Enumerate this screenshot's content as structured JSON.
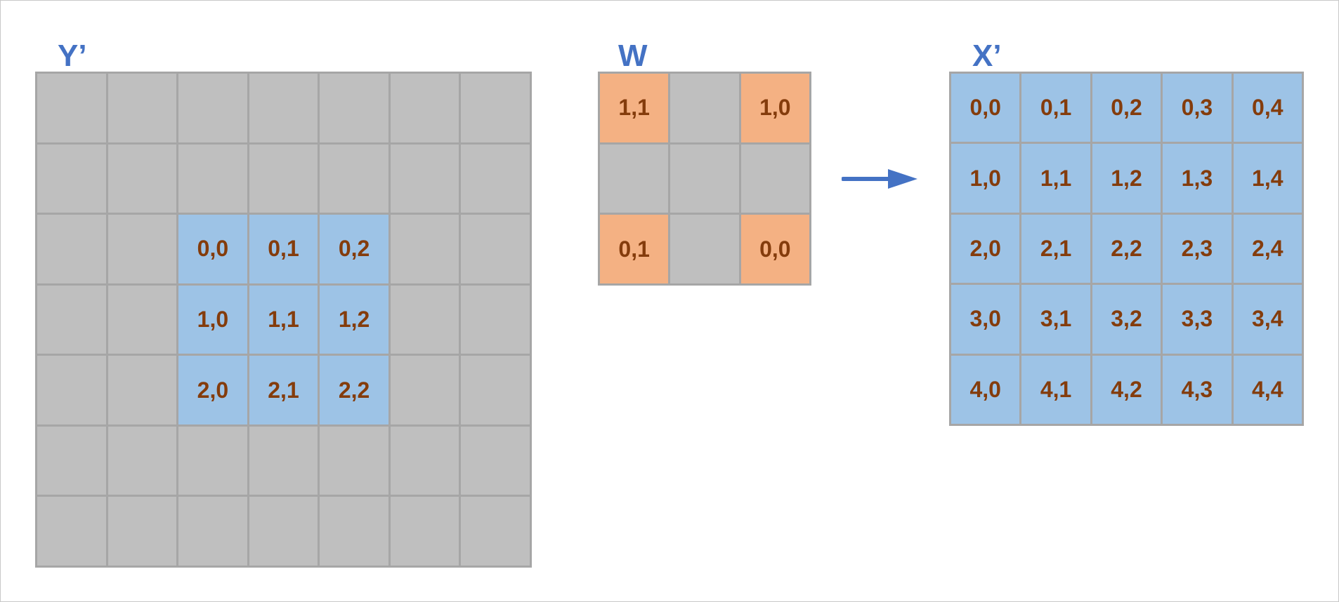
{
  "colors": {
    "title": "#4472c4",
    "cell_text": "#843c0c",
    "gray": "#bfbfbf",
    "blue": "#9dc3e6",
    "orange": "#f4b183",
    "border": "#a6a6a6",
    "arrow": "#4472c4"
  },
  "y_prime": {
    "title": "Y’",
    "rows": [
      [
        {
          "c": "gray",
          "t": ""
        },
        {
          "c": "gray",
          "t": ""
        },
        {
          "c": "gray",
          "t": ""
        },
        {
          "c": "gray",
          "t": ""
        },
        {
          "c": "gray",
          "t": ""
        },
        {
          "c": "gray",
          "t": ""
        },
        {
          "c": "gray",
          "t": ""
        }
      ],
      [
        {
          "c": "gray",
          "t": ""
        },
        {
          "c": "gray",
          "t": ""
        },
        {
          "c": "gray",
          "t": ""
        },
        {
          "c": "gray",
          "t": ""
        },
        {
          "c": "gray",
          "t": ""
        },
        {
          "c": "gray",
          "t": ""
        },
        {
          "c": "gray",
          "t": ""
        }
      ],
      [
        {
          "c": "gray",
          "t": ""
        },
        {
          "c": "gray",
          "t": ""
        },
        {
          "c": "blue",
          "t": "0,0"
        },
        {
          "c": "blue",
          "t": "0,1"
        },
        {
          "c": "blue",
          "t": "0,2"
        },
        {
          "c": "gray",
          "t": ""
        },
        {
          "c": "gray",
          "t": ""
        }
      ],
      [
        {
          "c": "gray",
          "t": ""
        },
        {
          "c": "gray",
          "t": ""
        },
        {
          "c": "blue",
          "t": "1,0"
        },
        {
          "c": "blue",
          "t": "1,1"
        },
        {
          "c": "blue",
          "t": "1,2"
        },
        {
          "c": "gray",
          "t": ""
        },
        {
          "c": "gray",
          "t": ""
        }
      ],
      [
        {
          "c": "gray",
          "t": ""
        },
        {
          "c": "gray",
          "t": ""
        },
        {
          "c": "blue",
          "t": "2,0"
        },
        {
          "c": "blue",
          "t": "2,1"
        },
        {
          "c": "blue",
          "t": "2,2"
        },
        {
          "c": "gray",
          "t": ""
        },
        {
          "c": "gray",
          "t": ""
        }
      ],
      [
        {
          "c": "gray",
          "t": ""
        },
        {
          "c": "gray",
          "t": ""
        },
        {
          "c": "gray",
          "t": ""
        },
        {
          "c": "gray",
          "t": ""
        },
        {
          "c": "gray",
          "t": ""
        },
        {
          "c": "gray",
          "t": ""
        },
        {
          "c": "gray",
          "t": ""
        }
      ],
      [
        {
          "c": "gray",
          "t": ""
        },
        {
          "c": "gray",
          "t": ""
        },
        {
          "c": "gray",
          "t": ""
        },
        {
          "c": "gray",
          "t": ""
        },
        {
          "c": "gray",
          "t": ""
        },
        {
          "c": "gray",
          "t": ""
        },
        {
          "c": "gray",
          "t": ""
        }
      ]
    ]
  },
  "w": {
    "title": "W",
    "rows": [
      [
        {
          "c": "orange",
          "t": "1,1"
        },
        {
          "c": "gray",
          "t": ""
        },
        {
          "c": "orange",
          "t": "1,0"
        }
      ],
      [
        {
          "c": "gray",
          "t": ""
        },
        {
          "c": "gray",
          "t": ""
        },
        {
          "c": "gray",
          "t": ""
        }
      ],
      [
        {
          "c": "orange",
          "t": "0,1"
        },
        {
          "c": "gray",
          "t": ""
        },
        {
          "c": "orange",
          "t": "0,0"
        }
      ]
    ]
  },
  "x_prime": {
    "title": "X’",
    "rows": [
      [
        {
          "c": "blue",
          "t": "0,0"
        },
        {
          "c": "blue",
          "t": "0,1"
        },
        {
          "c": "blue",
          "t": "0,2"
        },
        {
          "c": "blue",
          "t": "0,3"
        },
        {
          "c": "blue",
          "t": "0,4"
        }
      ],
      [
        {
          "c": "blue",
          "t": "1,0"
        },
        {
          "c": "blue",
          "t": "1,1"
        },
        {
          "c": "blue",
          "t": "1,2"
        },
        {
          "c": "blue",
          "t": "1,3"
        },
        {
          "c": "blue",
          "t": "1,4"
        }
      ],
      [
        {
          "c": "blue",
          "t": "2,0"
        },
        {
          "c": "blue",
          "t": "2,1"
        },
        {
          "c": "blue",
          "t": "2,2"
        },
        {
          "c": "blue",
          "t": "2,3"
        },
        {
          "c": "blue",
          "t": "2,4"
        }
      ],
      [
        {
          "c": "blue",
          "t": "3,0"
        },
        {
          "c": "blue",
          "t": "3,1"
        },
        {
          "c": "blue",
          "t": "3,2"
        },
        {
          "c": "blue",
          "t": "3,3"
        },
        {
          "c": "blue",
          "t": "3,4"
        }
      ],
      [
        {
          "c": "blue",
          "t": "4,0"
        },
        {
          "c": "blue",
          "t": "4,1"
        },
        {
          "c": "blue",
          "t": "4,2"
        },
        {
          "c": "blue",
          "t": "4,3"
        },
        {
          "c": "blue",
          "t": "4,4"
        }
      ]
    ]
  }
}
